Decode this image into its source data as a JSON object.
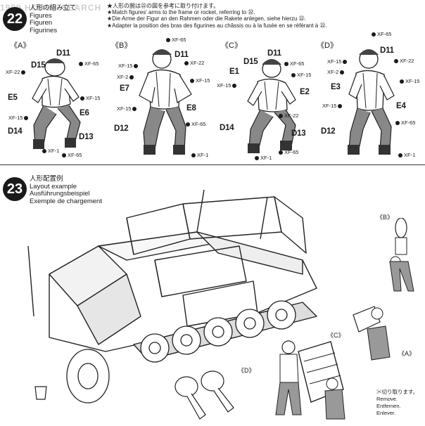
{
  "watermark": "1999 HOBBY SEARCH",
  "step22": {
    "number": "22",
    "title_jp": "人形の組み立て",
    "title_en": "Figures",
    "title_de": "Figuren",
    "title_fr": "Figurines",
    "notes": [
      "★人形の腕は㉒の図を参考に取り付けます。",
      "★Match figures' arms to the frame or rocket, referring to ㉒.",
      "★Die Arme der Figur an den Rahmen oder die Rakete anlegen, siehe hierzu ㉒.",
      "★Adapter la position des bras des figurines au châssis ou à la fusée en se référant à ㉒."
    ],
    "figures": [
      {
        "label": "《A》",
        "parts": [
          "D11",
          "D15",
          "E5",
          "E6",
          "D14",
          "D13"
        ],
        "paints": [
          "XF-22",
          "XF-65",
          "XF-15",
          "XF-15",
          "XF-1",
          "XF-65"
        ]
      },
      {
        "label": "《B》",
        "parts": [
          "D11",
          "E7",
          "E8",
          "D12"
        ],
        "paints": [
          "XF-65",
          "XF-15",
          "XF-22",
          "XF-2",
          "XF-15",
          "XF-15",
          "XF-65",
          "XF-1"
        ]
      },
      {
        "label": "《C》",
        "parts": [
          "D11",
          "D15",
          "E1",
          "E2",
          "D14",
          "D13"
        ],
        "paints": [
          "XF-65",
          "XF-15",
          "XF-15",
          "XF-22",
          "XF-65",
          "XF-1"
        ]
      },
      {
        "label": "《D》",
        "parts": [
          "D11",
          "E3",
          "E4",
          "D12"
        ],
        "paints": [
          "XF-65",
          "XF-15",
          "XF-22",
          "XF-2",
          "XF-15",
          "XF-15",
          "XF-65",
          "XF-1"
        ]
      }
    ]
  },
  "step23": {
    "number": "23",
    "title_jp": "人形配置例",
    "title_en": "Layout example",
    "title_de": "Ausführungsbeispiel",
    "title_fr": "Exemple de chargement",
    "callouts": [
      "《B》",
      "《A》",
      "《C》",
      "《D》"
    ],
    "legend": [
      "✂切り取ります。",
      "Remove.",
      "Entfernen.",
      "Enlever."
    ]
  },
  "colors": {
    "ink": "#1a1a1a",
    "paper": "#ffffff"
  }
}
